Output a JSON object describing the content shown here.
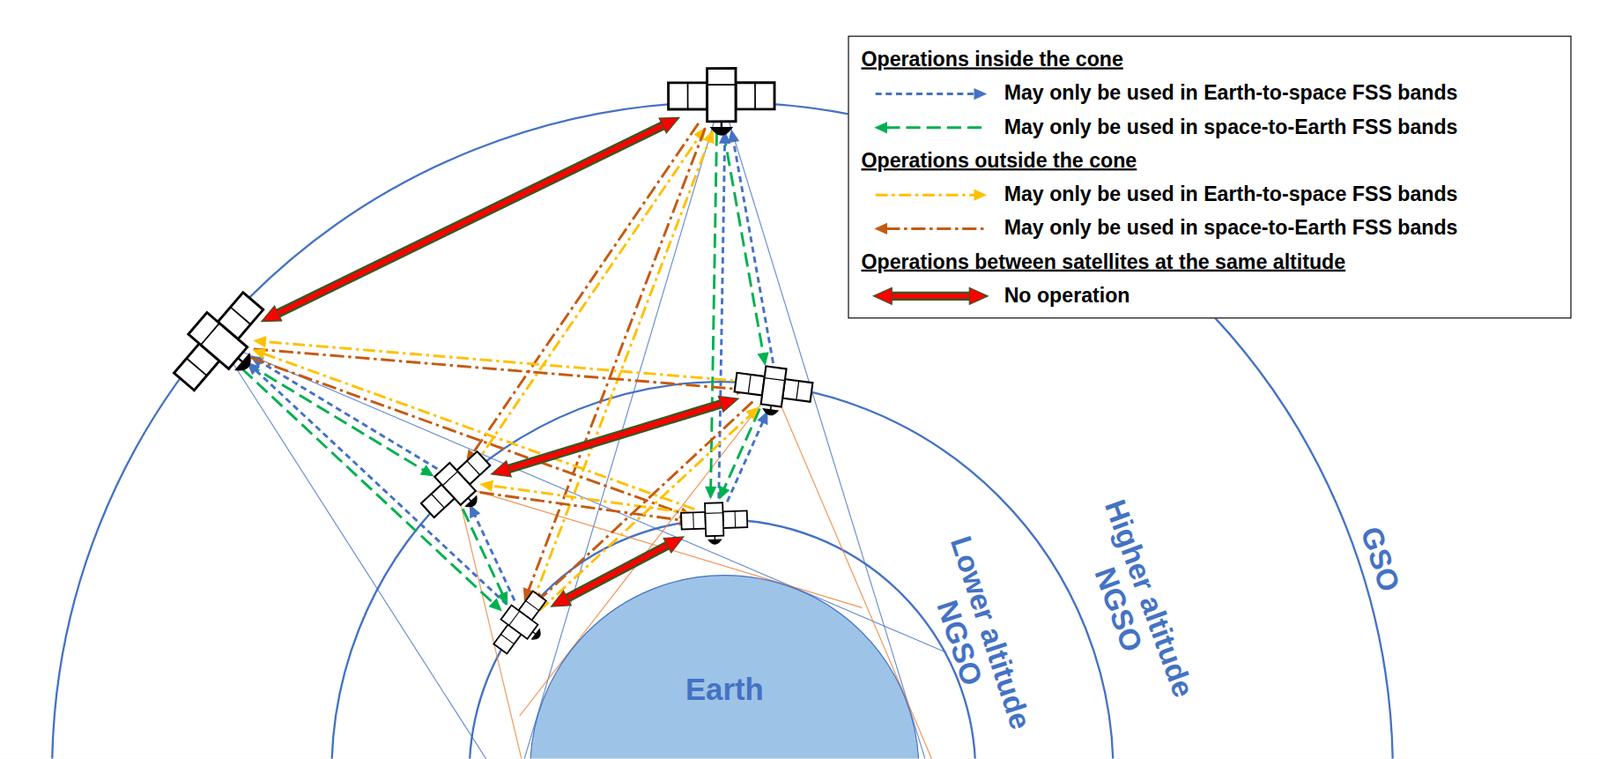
{
  "diagram": {
    "nodes": [
      {
        "text": [
          "Earth"
        ]
      }
    ],
    "labels": [
      "Operations inside the cone",
      "Operations outside the cone",
      "Operations between satellites at the same altitude",
      "Lower altitude NGSO",
      "Higher altitude NGSO",
      "GSO"
    ],
    "legend": [
      {
        "text": "May only be used in Earth-to-space FSS bands"
      },
      {
        "text": "May only be used in space-to-Earth FSS bands"
      },
      {
        "text": "May only be used in Earth-to-space FSS bands"
      },
      {
        "text": "May only be used in space-to-Earth FSS bands"
      },
      {
        "text": "No operation"
      }
    ]
  }
}
